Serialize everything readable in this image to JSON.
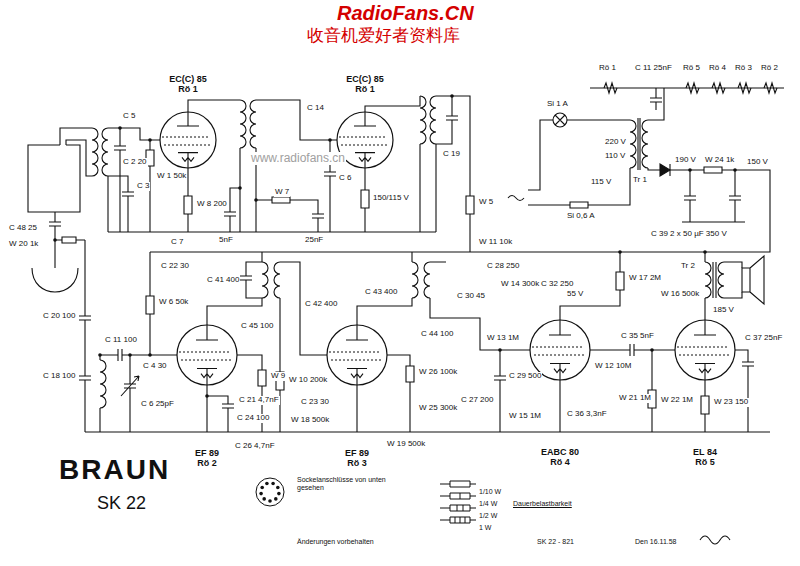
{
  "diagram": {
    "nodes": [
      {
        "text": [
          "EC(C) 85",
          "Rö 1"
        ]
      },
      {
        "text": [
          "EC(C) 85",
          "Rö 1"
        ]
      },
      {
        "text": [
          "EF 89",
          "Rö 2"
        ]
      },
      {
        "text": [
          "EF 89",
          "Rö 3"
        ]
      },
      {
        "text": [
          "EABC 80",
          "Rö 4"
        ]
      },
      {
        "text": [
          "EL 84",
          "Rö 5"
        ]
      }
    ],
    "labels": [
      "RadioFans.CN",
      "收音机爱好者资料库",
      "www.radiofans.cn",
      "C 5",
      "C 2 20",
      "C 3",
      "W 1 50k",
      "W 8 200",
      "C 7",
      "W 7",
      "5nF",
      "25nF",
      "C 14",
      "C 6",
      "150/115 V",
      "W 5",
      "C 19",
      "C 48 25",
      "W 20 1k",
      "C 20 100",
      "C 18 100",
      "C 4 30",
      "C 6 25pF",
      "C 11 100",
      "W 6 50k",
      "C 22 30",
      "C 41 400",
      "C 45 100",
      "C 42 400",
      "C 21 4,7nF",
      "W 9",
      "W 10 200k",
      "C 24 100",
      "W 18 500k",
      "C 26 4,7nF",
      "W 19 500k",
      "C 23 30",
      "C 43 400",
      "C 44 100",
      "W 26 100k",
      "W 25 300k",
      "C 27 200",
      "W 11 10k",
      "C 28 250",
      "C 30 45",
      "W 14 300k",
      "C 32 250",
      "55 V",
      "W 13 1M",
      "C 29 500",
      "W 15 1M",
      "C 36 3,3nF",
      "W 12 10M",
      "W 17 2M",
      "C 35 5nF",
      "W 21 1M",
      "W 16 500k",
      "185 V",
      "C 37 25nF",
      "W 22 1M",
      "W 23 150",
      "Tr 2",
      "Si 1 A",
      "220 V",
      "110 V",
      "115 V",
      "Tr 1",
      "Si 0,6 A",
      "W 24 1k",
      "150 V",
      "190 V",
      "C 39 2 x 50 µF 350 V",
      "C 11 25nF",
      "Rö 1",
      "Rö 5",
      "Rö 4",
      "Rö 3",
      "Rö 2",
      "BRAUN",
      "SK 22",
      "Sockelanschlüsse von unten gesehen",
      "Dauerbelastbarkeit",
      "Änderungen vorbehalten",
      "SK 22 - 821",
      "Den 16.11.58"
    ],
    "legend": [
      {
        "text": "1/10 W"
      },
      {
        "text": "1/4 W"
      },
      {
        "text": "1/2 W"
      },
      {
        "text": "1 W"
      }
    ]
  }
}
